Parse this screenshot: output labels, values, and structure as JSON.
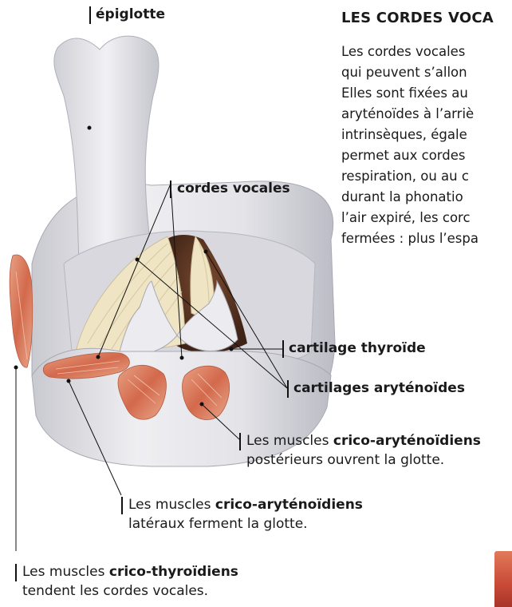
{
  "labels": {
    "epiglotte": "épiglotte",
    "cordes_vocales": "cordes vocales",
    "cartilage_thyroide": "cartilage thyroïde",
    "cartilages_arytenoides": "cartilages aryténoïdes",
    "muscles_post": {
      "pre": "Les muscles ",
      "bold": "crico-aryténoïdiens",
      "line2": "postérieurs ouvrent la glotte."
    },
    "muscles_lat": {
      "pre": "Les muscles ",
      "bold": "crico-aryténoïdiens",
      "line2": "latéraux ferment la glotte."
    },
    "muscles_thyro": {
      "pre": "Les muscles ",
      "bold": "crico-thyroïdiens",
      "line2": "tendent les cordes vocales."
    }
  },
  "article": {
    "title": "LES CORDES VOCA",
    "lines": [
      "Les cordes vocales",
      "qui peuvent s’allon",
      "Elles sont fixées au",
      "aryténoïdes à l’arriè",
      "intrinsèques, égale",
      "permet aux cordes",
      "respiration, ou au c",
      "durant la phonatio",
      "l’air expiré, les corc",
      "fermées : plus l’espa"
    ]
  },
  "colors": {
    "cartilage": "#e6e6ea",
    "cartilage_shadow": "#b9b9c2",
    "vocal_cords": "#efe4c4",
    "muscle": "#d9785a",
    "glottis": "#5a3422"
  }
}
